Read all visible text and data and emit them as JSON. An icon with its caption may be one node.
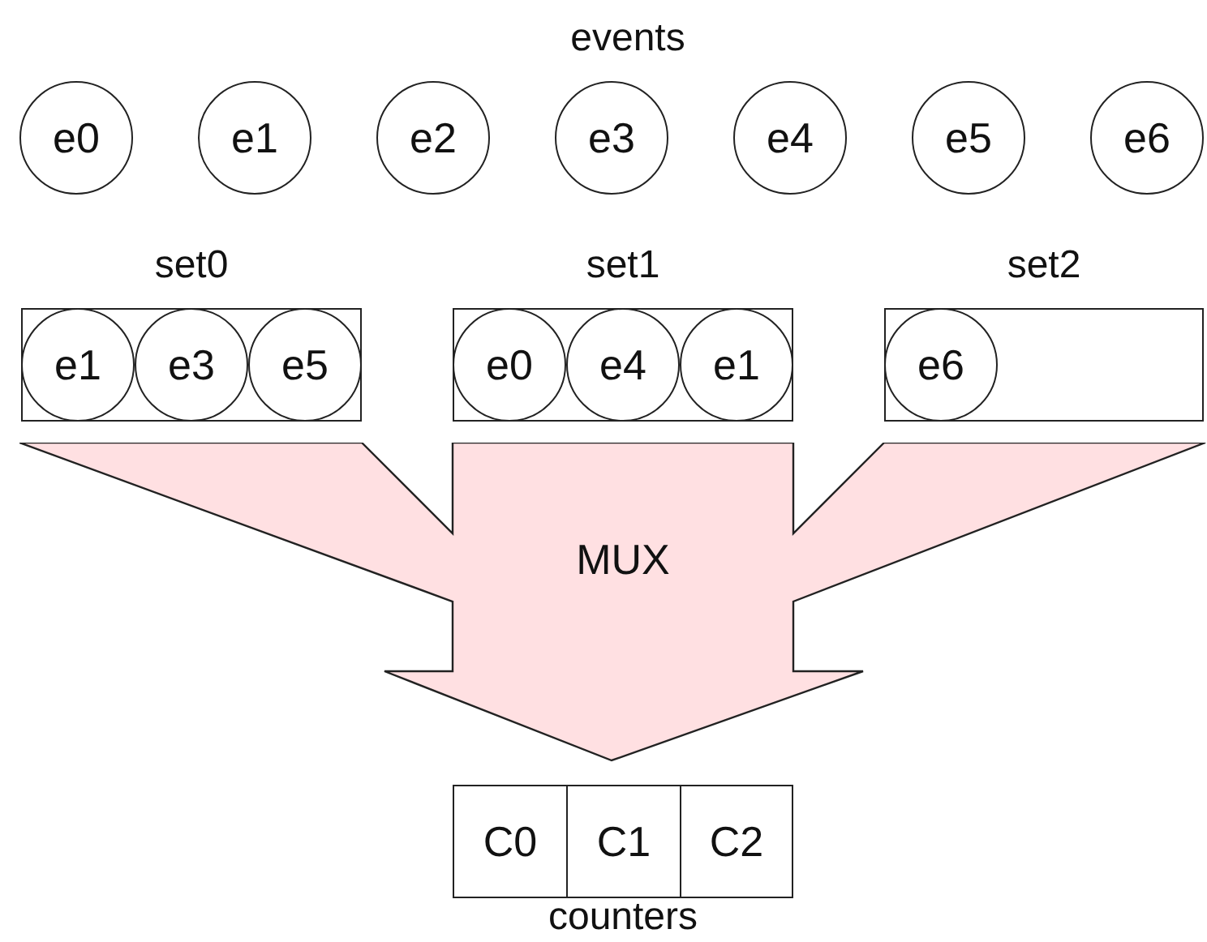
{
  "diagram": {
    "nodes": [
      {
        "text": [
          "e0"
        ]
      },
      {
        "text": [
          "e1"
        ]
      },
      {
        "text": [
          "e2"
        ]
      },
      {
        "text": [
          "e3"
        ]
      },
      {
        "text": [
          "e4"
        ]
      },
      {
        "text": [
          "e5"
        ]
      },
      {
        "text": [
          "e6"
        ]
      },
      {
        "text": [
          "set0"
        ]
      },
      {
        "text": [
          "e1"
        ],
        "in": 7
      },
      {
        "text": [
          "e3"
        ],
        "in": 7
      },
      {
        "text": [
          "e5"
        ],
        "in": 7
      },
      {
        "text": [
          "set1"
        ]
      },
      {
        "text": [
          "e0"
        ],
        "in": 11
      },
      {
        "text": [
          "e4"
        ],
        "in": 11
      },
      {
        "text": [
          "e1"
        ],
        "in": 11
      },
      {
        "text": [
          "set2"
        ]
      },
      {
        "text": [
          "e6"
        ],
        "in": 15
      },
      {
        "text": [
          "MUX"
        ]
      },
      {
        "text": [
          "counters"
        ]
      },
      {
        "text": [
          "C0"
        ],
        "in": 18
      },
      {
        "text": [
          "C1"
        ],
        "in": 18
      },
      {
        "text": [
          "C2"
        ],
        "in": 18
      }
    ],
    "labels": [
      "events"
    ]
  }
}
